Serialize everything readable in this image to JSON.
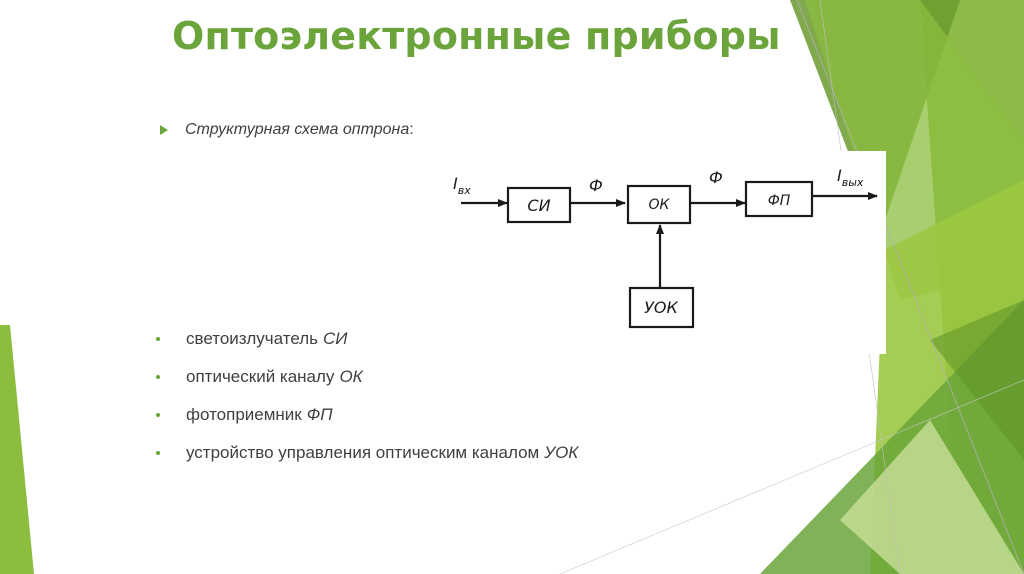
{
  "slide": {
    "title": "Оптоэлектронные приборы",
    "title_color": "#6aa43a",
    "lead": {
      "text": "Структурная схема оптрона",
      "suffix": ":"
    },
    "diagram": {
      "input_label": "I",
      "input_sub": "вх",
      "output_label": "I",
      "output_sub": "вых",
      "flux_label": "Ф",
      "blocks": [
        "СИ",
        "ОК",
        "ФП",
        "УОК"
      ]
    },
    "bullets": [
      {
        "text": "светоизлучатель",
        "em": "СИ"
      },
      {
        "text": "оптический каналу",
        "em": "ОК"
      },
      {
        "text": "фотоприемник",
        "em": "ФП"
      },
      {
        "text": "устройство управления оптическим каналом",
        "em": "УОК"
      }
    ]
  },
  "theme": {
    "green_light": "#9bc640",
    "green_mid": "#7aae2a",
    "green_dark": "#5e9127",
    "green_pale": "#c9e09a",
    "text_color": "#404040"
  }
}
